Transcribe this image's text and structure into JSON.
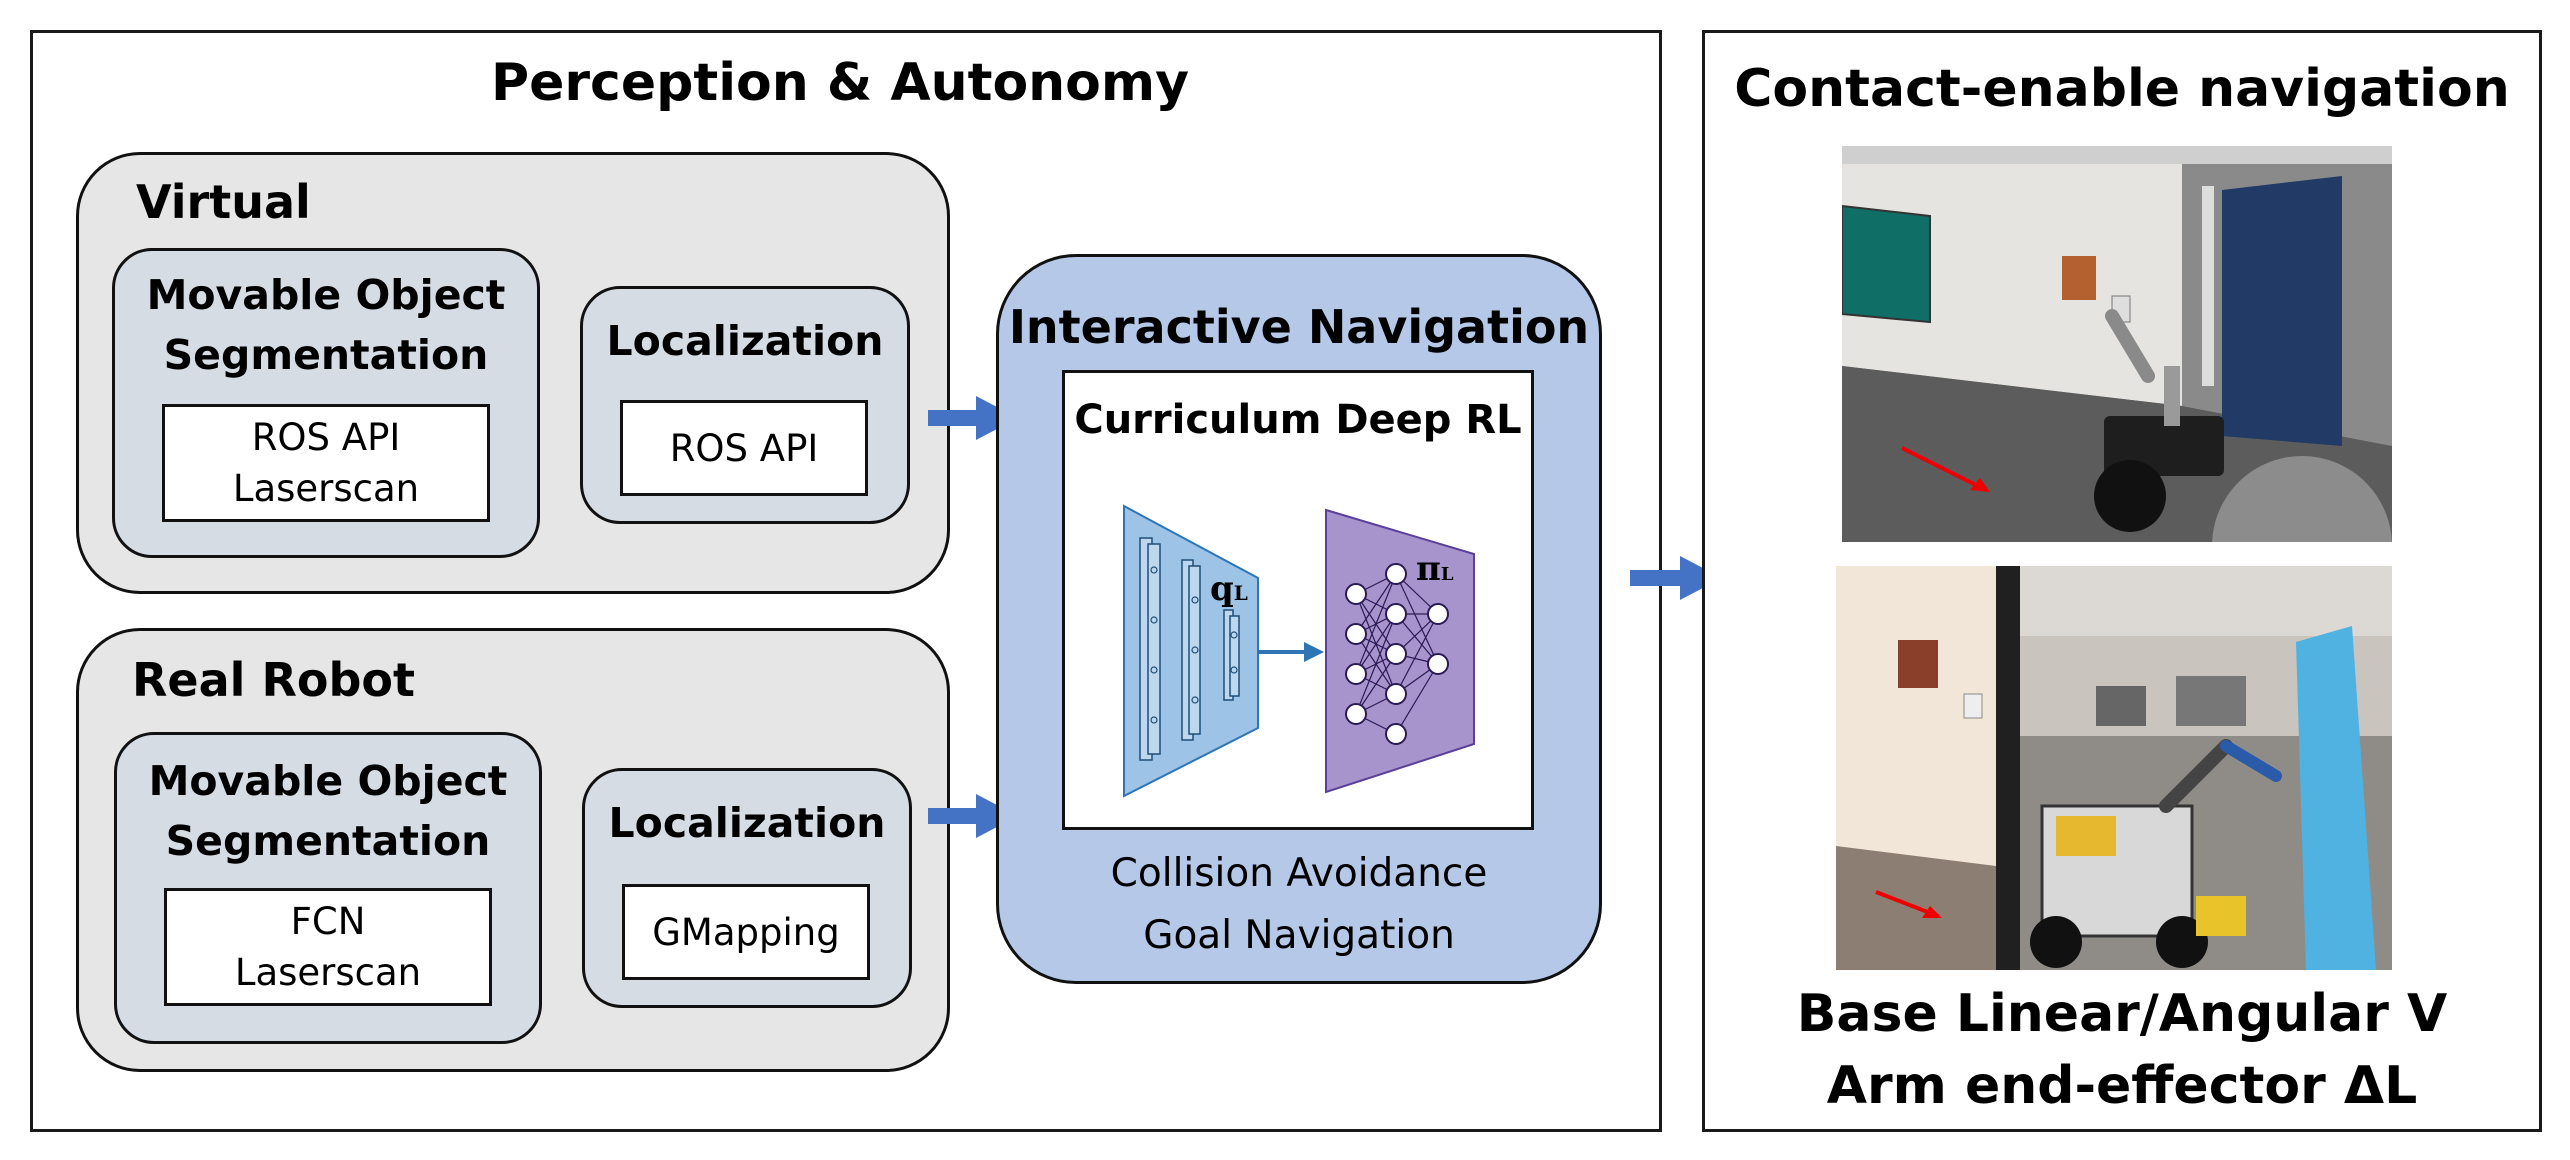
{
  "left_panel": {
    "title": "Perception & Autonomy",
    "virtual": {
      "title": "Virtual",
      "segmentation": {
        "title_line1": "Movable Object",
        "title_line2": "Segmentation",
        "box_line1": "ROS API",
        "box_line2": "Laserscan"
      },
      "localization": {
        "title": "Localization",
        "box": "ROS API"
      }
    },
    "real_robot": {
      "title": "Real Robot",
      "segmentation": {
        "title_line1": "Movable Object",
        "title_line2": "Segmentation",
        "box_line1": "FCN",
        "box_line2": "Laserscan"
      },
      "localization": {
        "title": "Localization",
        "box": "GMapping"
      }
    },
    "interactive": {
      "title": "Interactive Navigation",
      "curriculum_title": "Curriculum Deep RL",
      "q_label": "q",
      "q_sub": "L",
      "pi_label": "π",
      "pi_sub": "L",
      "task_line1": "Collision Avoidance",
      "task_line2": "Goal Navigation"
    }
  },
  "right_panel": {
    "title": "Contact-enable navigation",
    "output_line1": "Base Linear/Angular V",
    "output_line2": "Arm end-effector ΔL"
  },
  "colors": {
    "arrow": "#4472c4",
    "group_fill": "#e6e6e6",
    "module_fill": "#d6dce4",
    "interactive_fill": "#b5c8e8",
    "q_network_fill": "#9dc3e6",
    "pi_network_fill": "#a894cc"
  }
}
